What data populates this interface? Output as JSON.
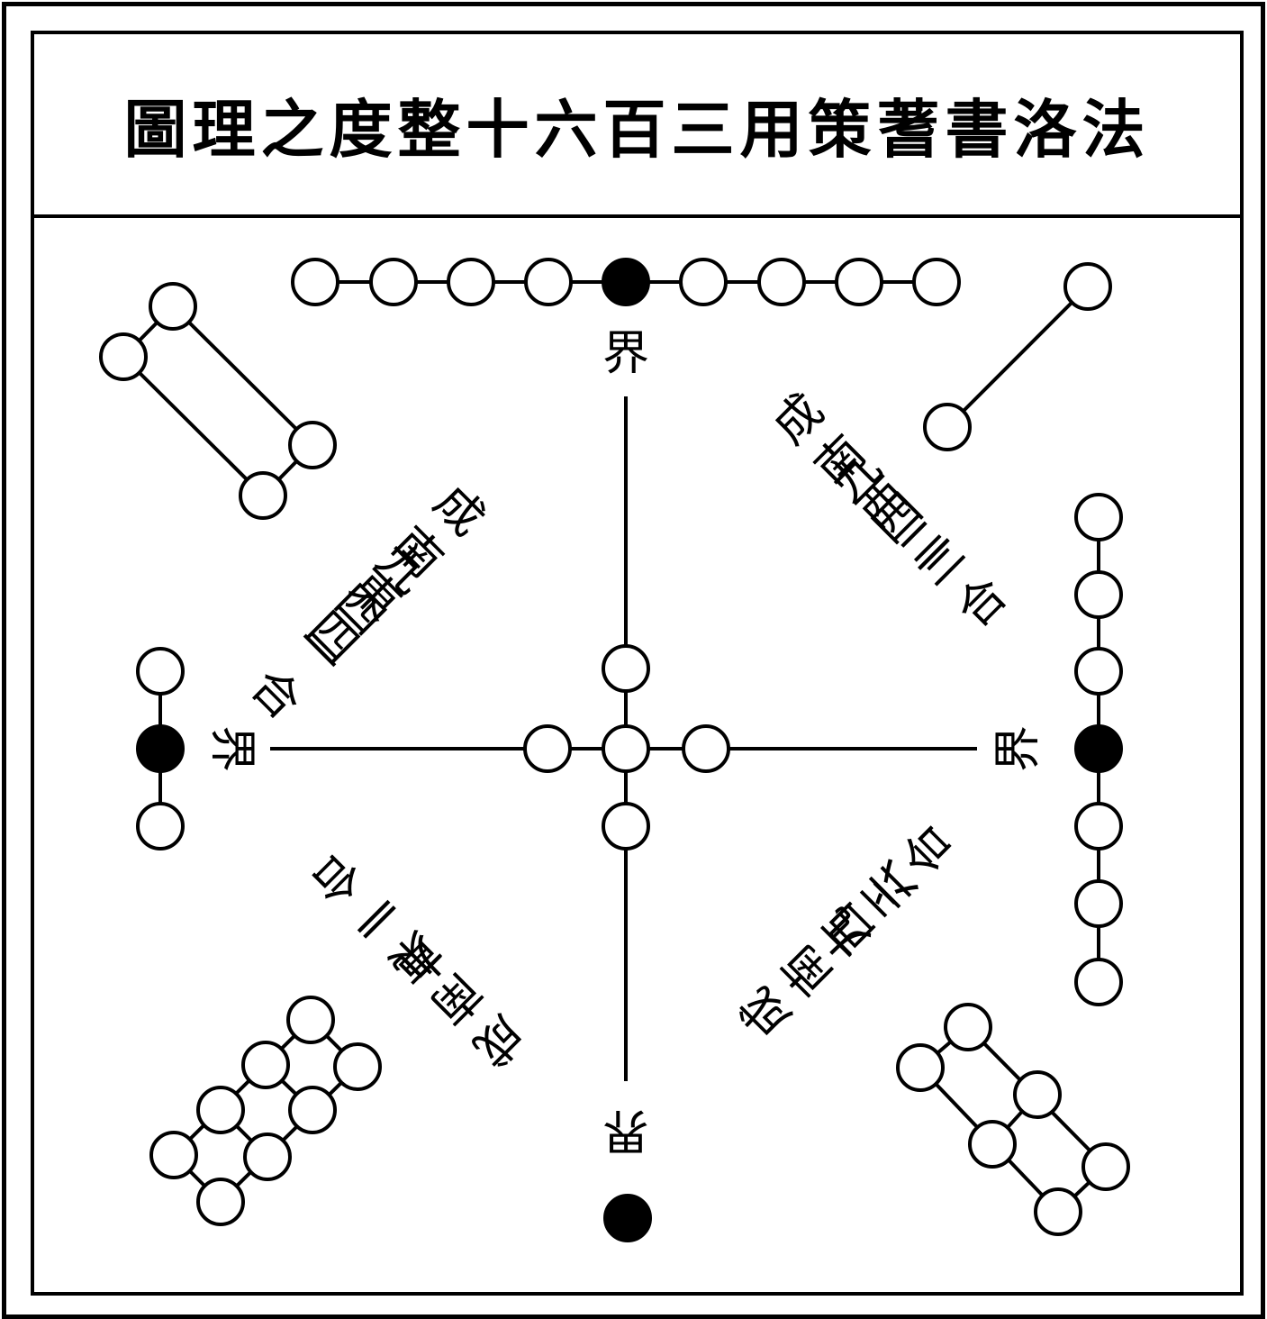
{
  "title": "圖理之度整十六百三用策蓍書洛法",
  "boundary_char": "界",
  "quadrant_texts": [
    {
      "line1": "四東南成",
      "line2": "合一四九"
    },
    {
      "line1": "二西南成",
      "line2": "合三四九"
    },
    {
      "line1": "一東南成",
      "line2": "合一九"
    },
    {
      "line1": "六西南成",
      "line2": "合三九"
    }
  ],
  "colors": {
    "stroke": "#000000",
    "hollow": "#ffffff",
    "solid": "#000000"
  }
}
